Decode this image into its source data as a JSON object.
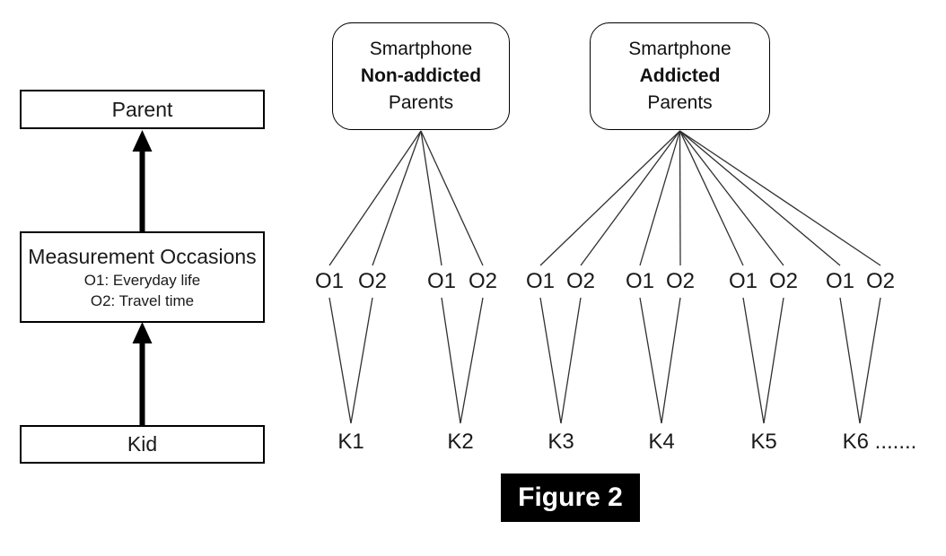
{
  "figure": {
    "label": "Figure 2"
  },
  "left_panel": {
    "parent_box_label": "Parent",
    "measurement_box": {
      "title": "Measurement Occasions",
      "items": [
        "O1: Everyday life",
        "O2: Travel time"
      ]
    },
    "kid_box_label": "Kid"
  },
  "groups": [
    {
      "title_lines": [
        "Smartphone",
        "Non-addicted",
        "Parents"
      ],
      "bold_line": 1,
      "kids": [
        {
          "label": "K1",
          "occasions": [
            "O1",
            "O2"
          ]
        },
        {
          "label": "K2",
          "occasions": [
            "O1",
            "O2"
          ]
        }
      ]
    },
    {
      "title_lines": [
        "Smartphone",
        "Addicted",
        "Parents"
      ],
      "bold_line": 1,
      "kids": [
        {
          "label": "K3",
          "occasions": [
            "O1",
            "O2"
          ]
        },
        {
          "label": "K4",
          "occasions": [
            "O1",
            "O2"
          ]
        },
        {
          "label": "K5",
          "occasions": [
            "O1",
            "O2"
          ]
        },
        {
          "label": "K6 .......",
          "occasions": [
            "O1",
            "O2"
          ]
        }
      ]
    }
  ],
  "colors": {
    "line": "#303030",
    "border": "#000000",
    "text": "#1a1a1a",
    "figure_bg": "#000000",
    "figure_fg": "#ffffff"
  }
}
